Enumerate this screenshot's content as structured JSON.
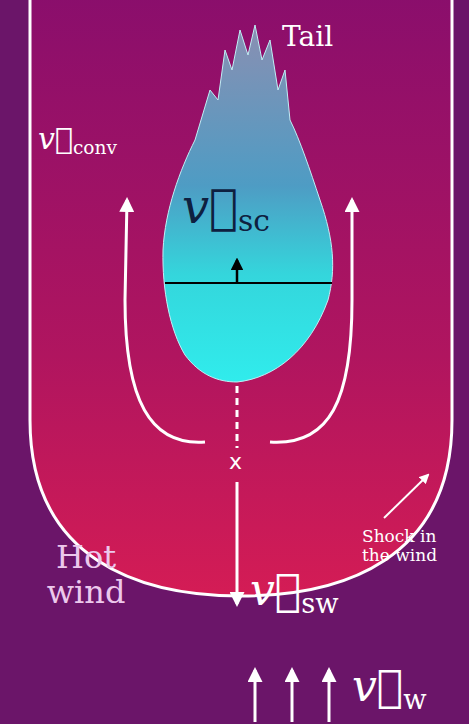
{
  "diagram": {
    "nodes": [
      {
        "text": [
          "v⃗sc"
        ]
      }
    ],
    "labels": [
      "Tail",
      "v⃗conv",
      "x",
      "Hot wind",
      "v⃗sw",
      "Shock in the wind",
      "v⃗w"
    ]
  }
}
